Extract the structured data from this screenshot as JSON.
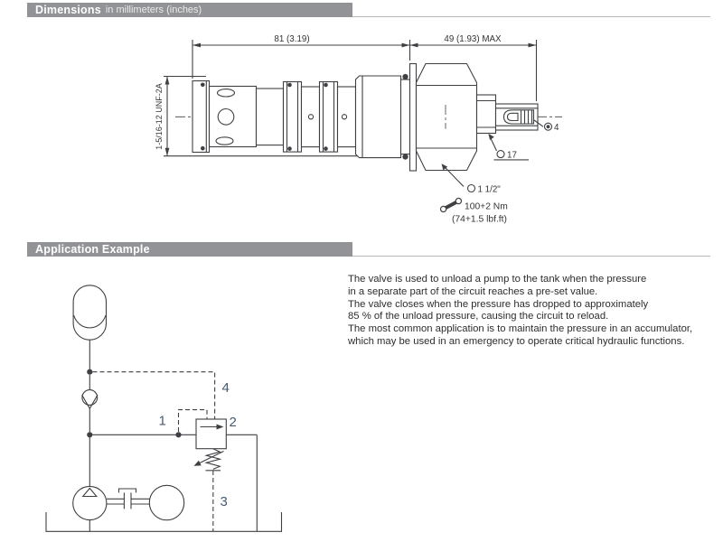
{
  "page": {
    "background": "#ffffff"
  },
  "colors": {
    "header_bar": "#919396",
    "header_text": "#ffffff",
    "rule_line": "#b6b8bb",
    "drawing_line": "#3e4043",
    "circuit_label": "#475a6e",
    "body_text": "#2d2d2d"
  },
  "headers": {
    "dimensions": {
      "title": "Dimensions",
      "subtitle": "in millimeters (inches)"
    },
    "application": {
      "title": "Application Example"
    }
  },
  "drawing": {
    "dim_width": "81 (3.19)",
    "dim_max": "49 (1.93) MAX",
    "thread": "1-5/16-12 UNF-2A",
    "allen_size": "4",
    "hex_small": "17",
    "hex_large": "1 1/2\"",
    "torque_nm": "100+2 Nm",
    "torque_lbf": "(74+1.5 lbf.ft)"
  },
  "application": {
    "lines": [
      "The valve is used to unload a pump to the tank when the pressure",
      "in a separate part of the circuit reaches a pre-set value.",
      "The valve closes when the pressure has dropped to approximately",
      "85 % of the unload pressure, causing the circuit to reload.",
      "The most common application is to maintain the pressure in an accumulator,",
      "which may be used in an emergency to operate critical hydraulic functions."
    ]
  },
  "circuit": {
    "label_1": "1",
    "label_2": "2",
    "label_3": "3",
    "label_4": "4"
  }
}
